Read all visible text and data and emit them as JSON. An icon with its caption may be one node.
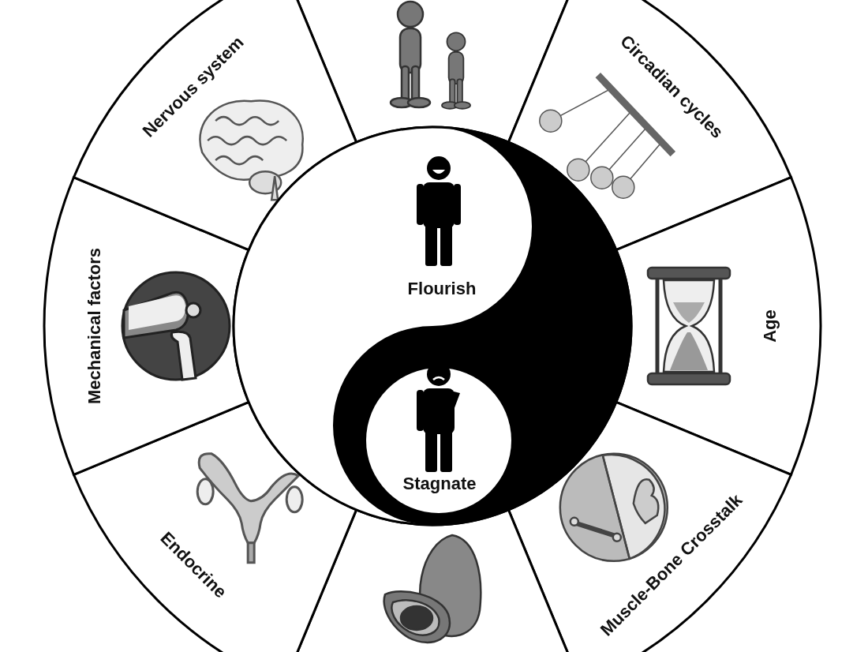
{
  "diagram": {
    "nodes": [
      {
        "text": [],
        "shape": "picture"
      },
      {
        "text": [
          "Circadian cycles"
        ]
      },
      {
        "text": [
          "Age"
        ]
      },
      {
        "text": [
          "Muscle-Bone Crosstalk"
        ]
      },
      {
        "text": [],
        "shape": "picture"
      },
      {
        "text": [
          "Endocrine"
        ]
      },
      {
        "text": [
          "Mechanical factors"
        ]
      },
      {
        "text": [
          "Nervous system"
        ]
      },
      {
        "text": [
          "Flourish"
        ]
      },
      {
        "text": [
          "Stagnate"
        ],
        "in": 8
      }
    ],
    "edges": []
  }
}
